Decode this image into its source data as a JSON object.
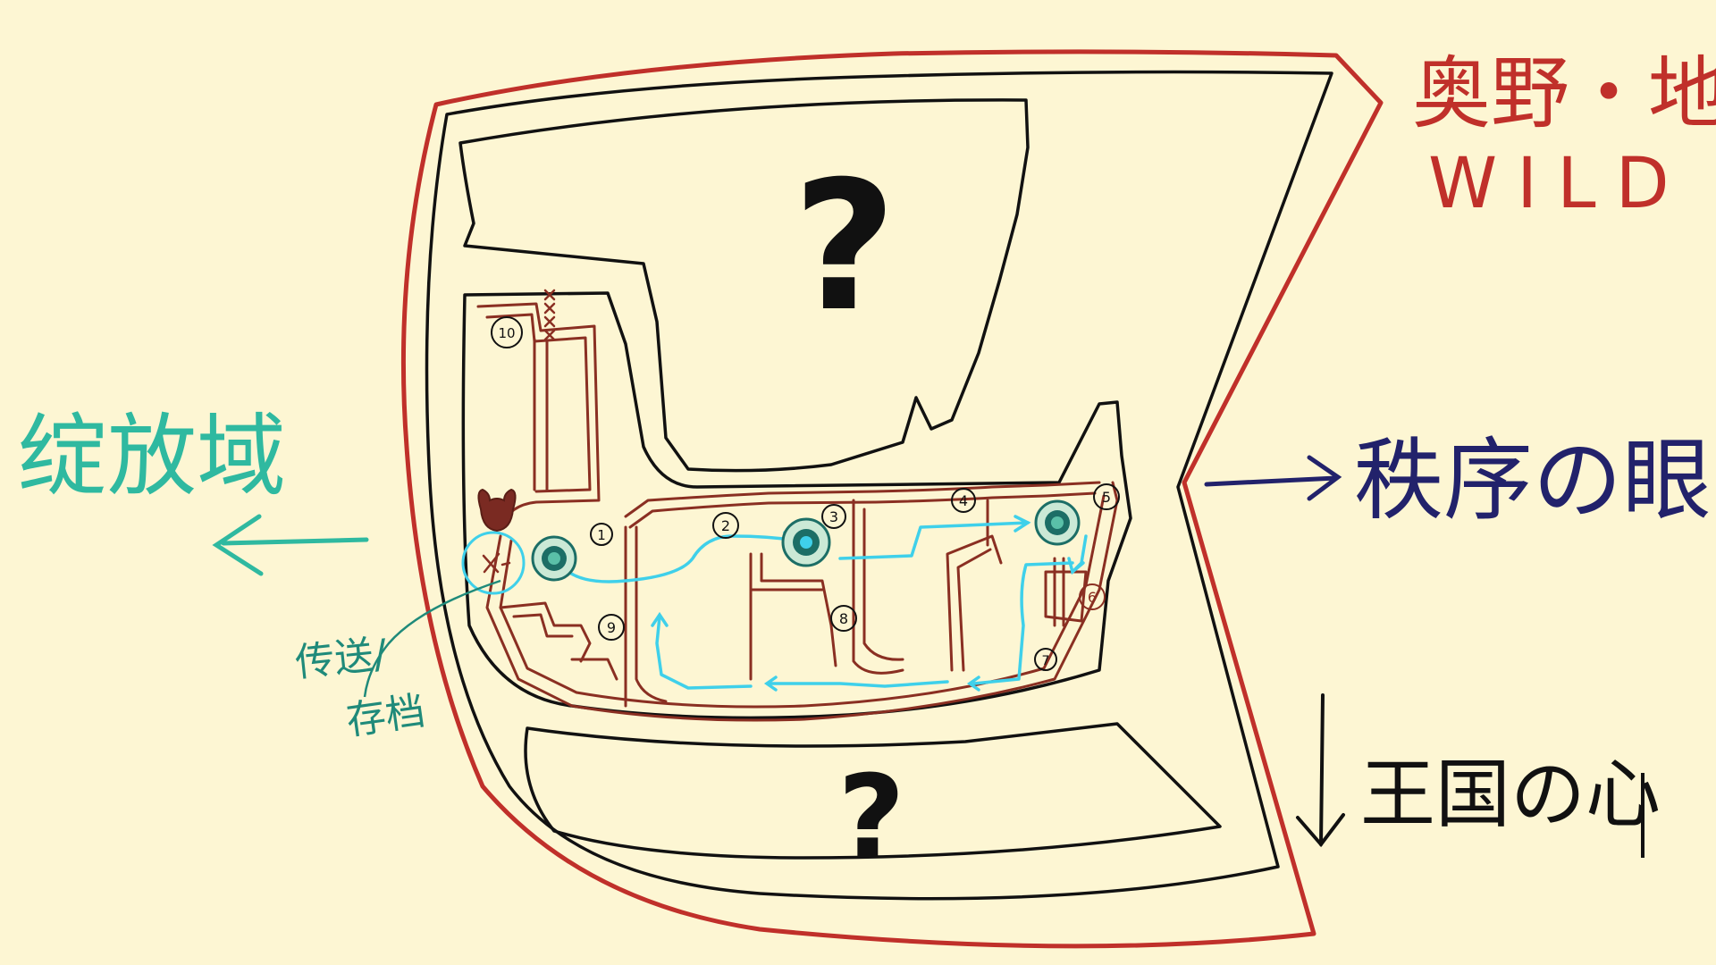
{
  "title": {
    "zh": "奥野・地图",
    "en": "WILD"
  },
  "directions": {
    "west": "绽放域",
    "east": "秩序の眼",
    "south": "王国の心"
  },
  "unknown_regions": {
    "north": "?",
    "south": "?"
  },
  "teleport_note": {
    "line1": "传送/",
    "line2": "存档"
  },
  "rooms": [
    {
      "number": "1"
    },
    {
      "number": "2"
    },
    {
      "number": "3"
    },
    {
      "number": "4"
    },
    {
      "number": "5"
    },
    {
      "number": "6"
    },
    {
      "number": "7"
    },
    {
      "number": "8"
    },
    {
      "number": "9"
    },
    {
      "number": "10"
    }
  ],
  "teleport_marker": "X",
  "colors": {
    "background": "#fdf6d3",
    "outer_border": "#c0302a",
    "inner_border": "#111111",
    "dungeon_walls": "#8a2f22",
    "route": "#3fd0ea",
    "west_label": "#2fb9a0",
    "east_label": "#22226b",
    "title": "#c0302a",
    "teleport_note": "#1f8a7a",
    "portal": "#1c6e66",
    "boss": "#7a2a22"
  },
  "icons": {
    "portal": "swirl-portal-icon",
    "boss": "horned-boss-icon",
    "teleport": "x-marker-icon"
  }
}
